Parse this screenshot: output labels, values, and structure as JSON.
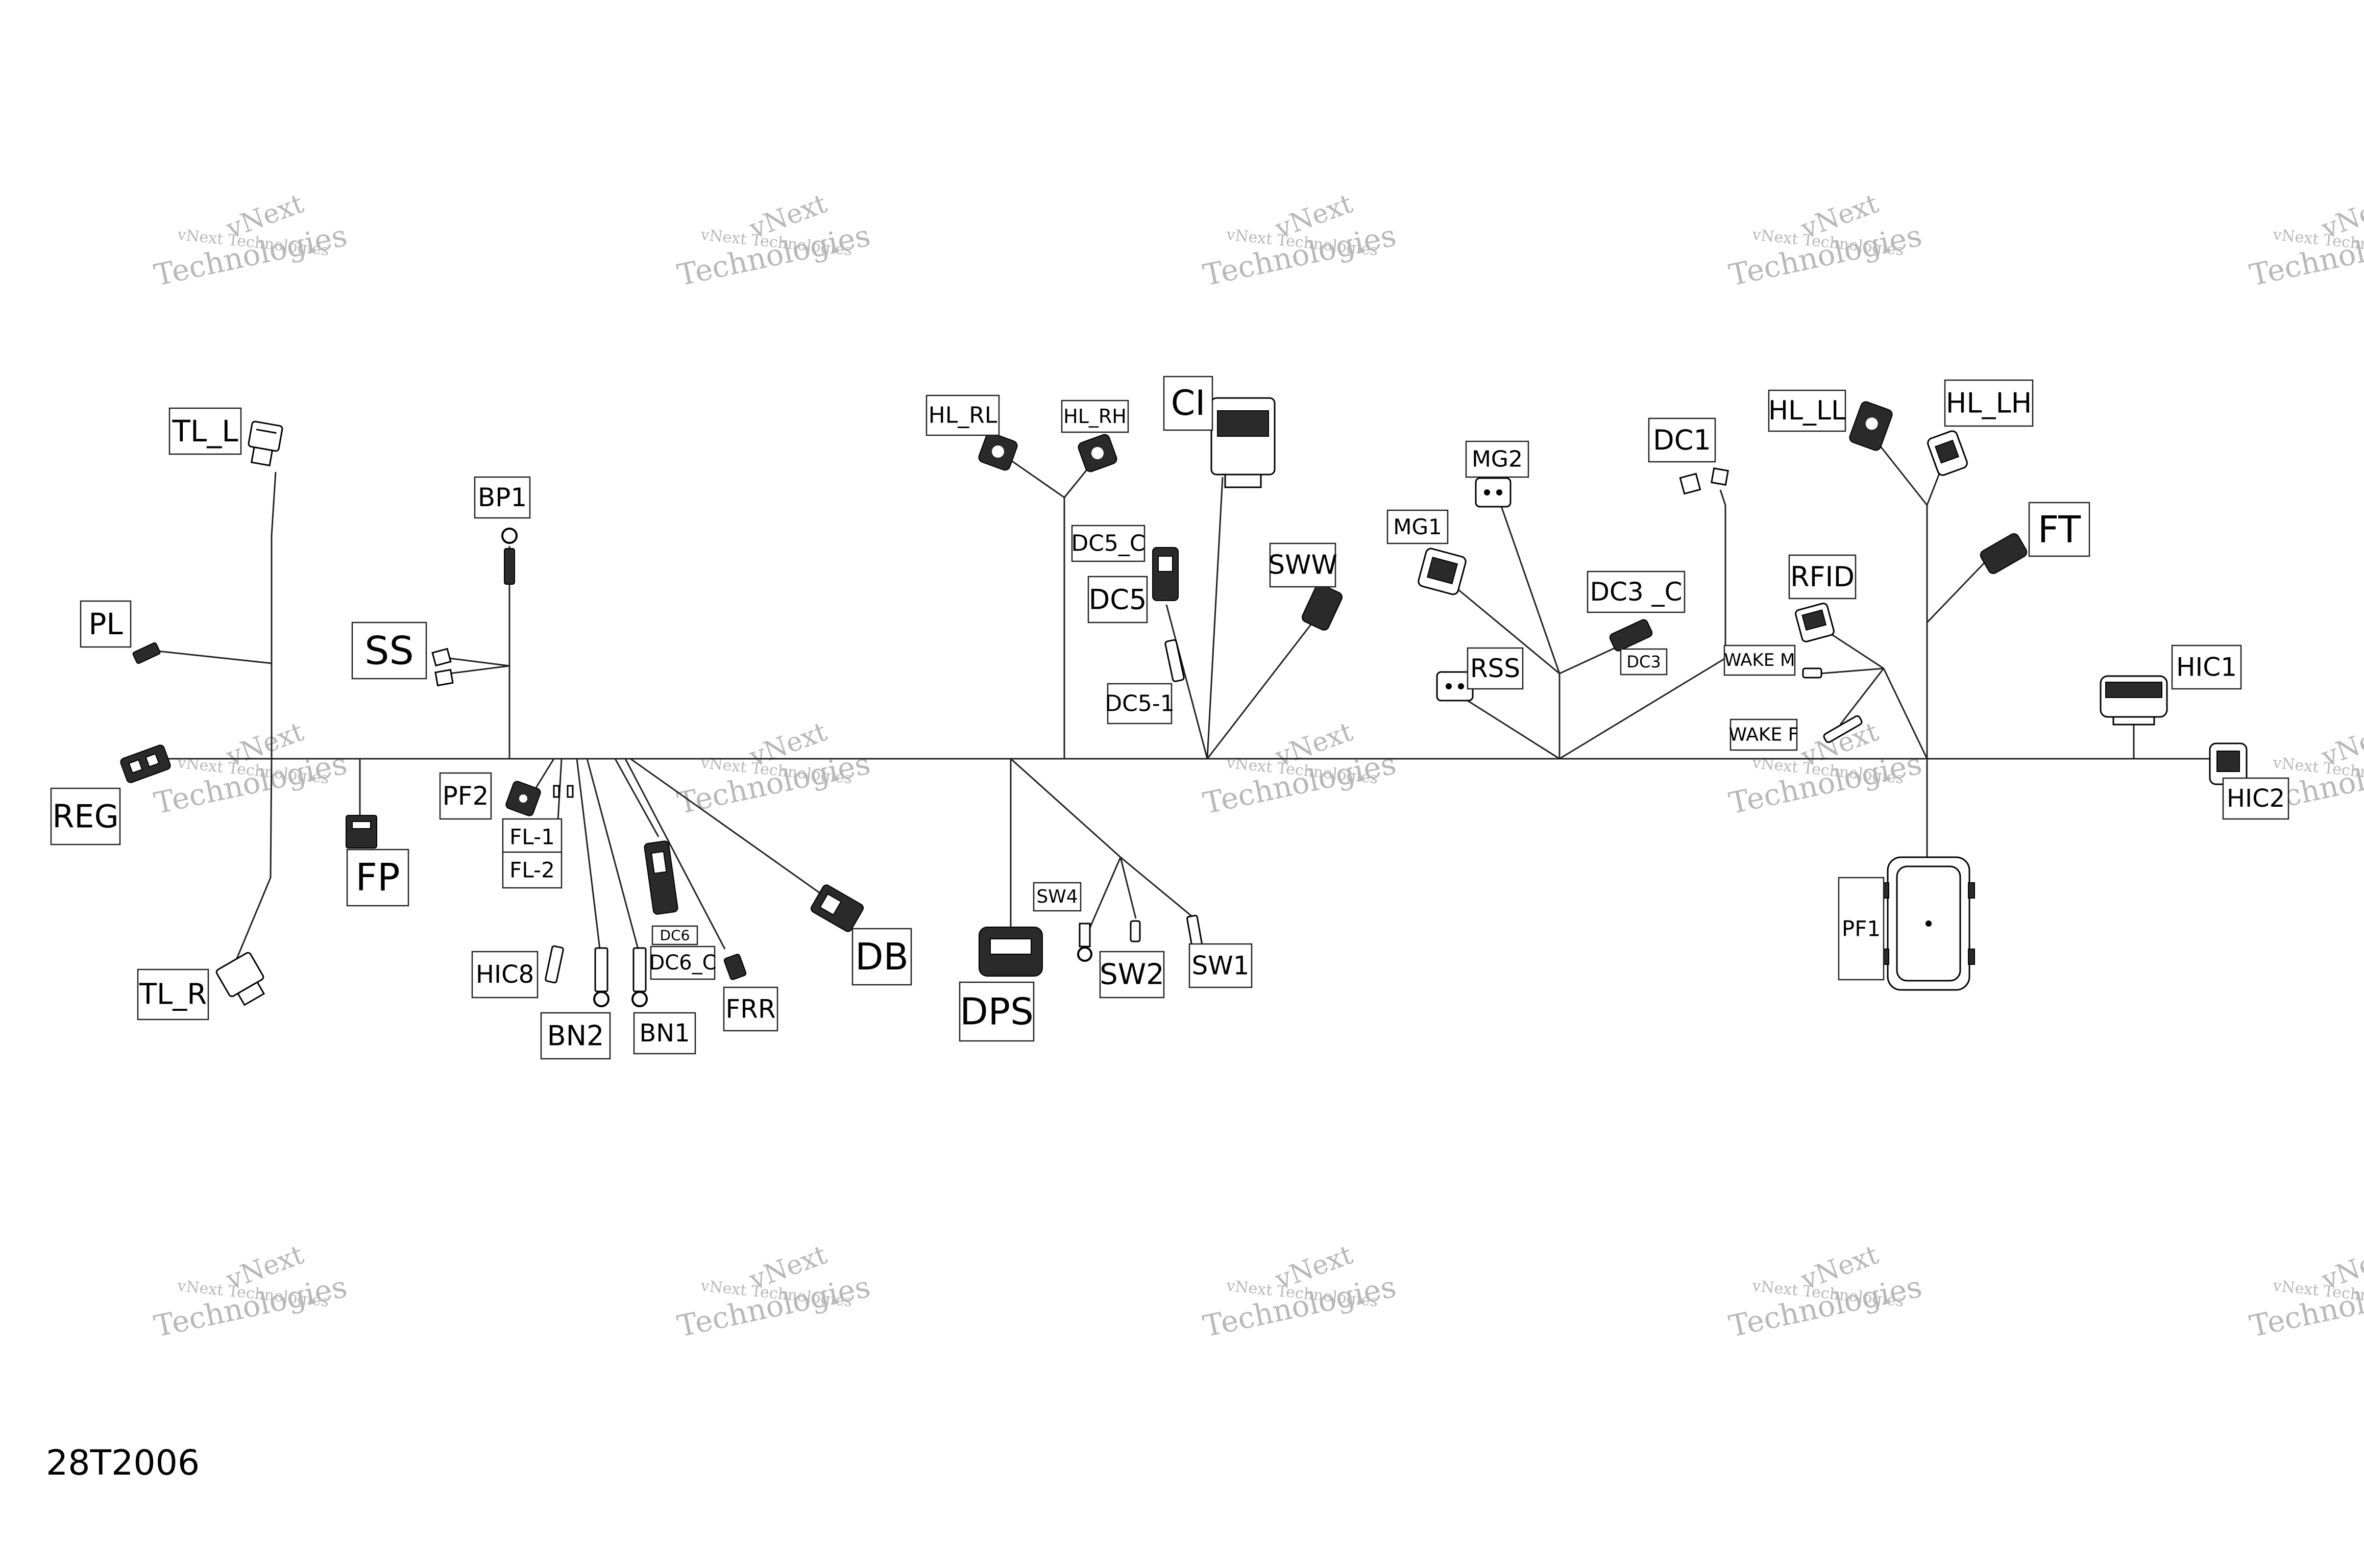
{
  "drawing_number": "28T2006",
  "watermark": {
    "line1": "vNext Technologies",
    "line2": "vNext",
    "line3": "Technologies"
  },
  "labels": {
    "TL_L": "TL_L",
    "PL": "PL",
    "REG": "REG",
    "TL_R": "TL_R",
    "FP": "FP",
    "BP1": "BP1",
    "SS": "SS",
    "PF2": "PF2",
    "FL1": "FL-1",
    "FL2": "FL-2",
    "HIC8": "HIC8",
    "BN2": "BN2",
    "BN1": "BN1",
    "DC6": "DC6",
    "DC6_C": "DC6_C",
    "FRR": "FRR",
    "DB": "DB",
    "HL_RL": "HL_RL",
    "HL_RH": "HL_RH",
    "CI": "CI",
    "DC5_C": "DC5_C",
    "DC5": "DC5",
    "DC5_1": "DC5-1",
    "SWW": "SWW",
    "SW4": "SW4",
    "SW2": "SW2",
    "SW1": "SW1",
    "DPS": "DPS",
    "MG2": "MG2",
    "MG1": "MG1",
    "RSS": "RSS",
    "DC3_C": "DC3 _C",
    "DC3": "DC3",
    "DC1": "DC1",
    "HL_LL": "HL_LL",
    "HL_LH": "HL_LH",
    "FT": "FT",
    "RFID": "RFID",
    "WAKE_M": "WAKE M",
    "WAKE_F": "WAKE F",
    "PF1": "PF1",
    "HIC1": "HIC1",
    "HIC2": "HIC2"
  }
}
